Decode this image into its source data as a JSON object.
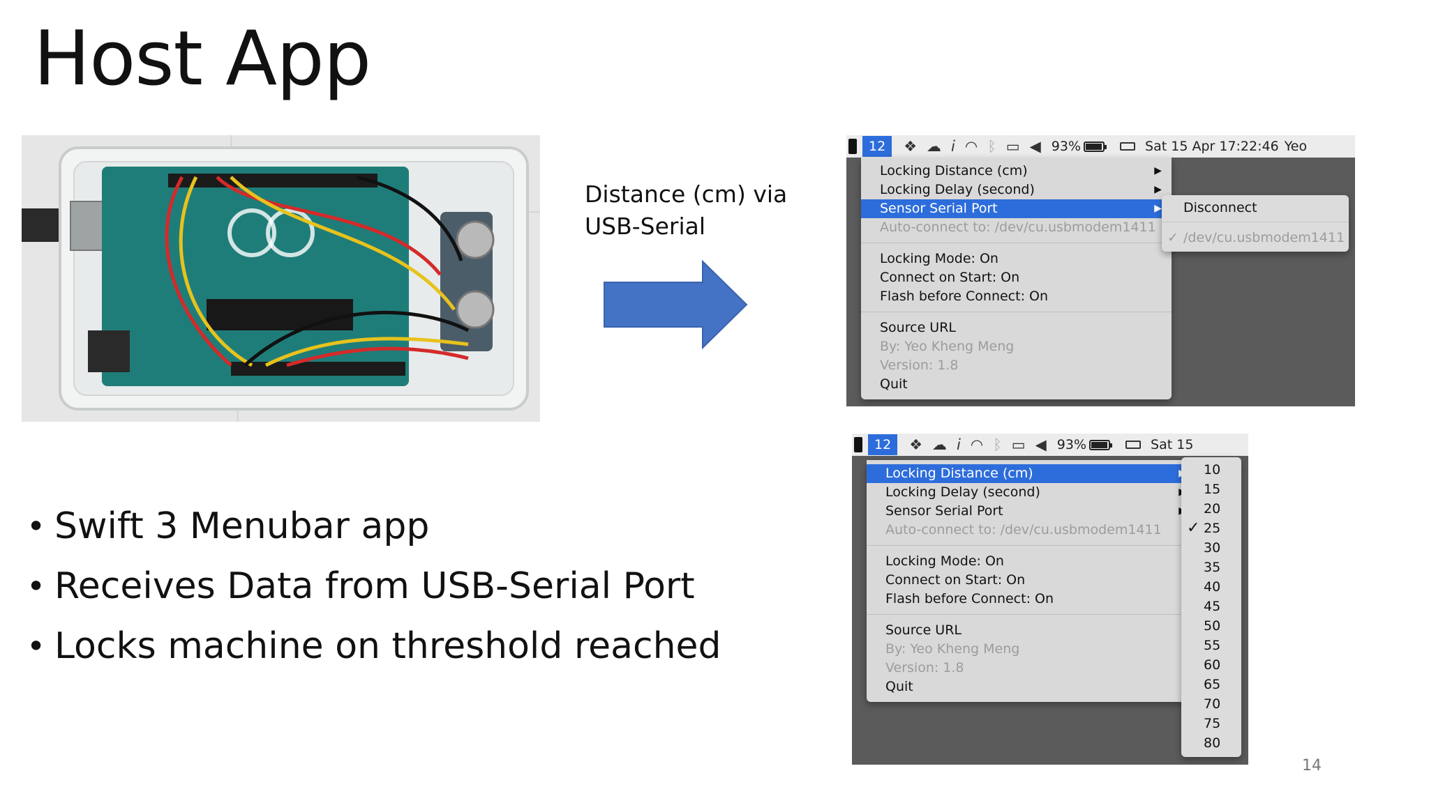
{
  "slide": {
    "title": "Host App",
    "caption_line1": "Distance (cm) via",
    "caption_line2": "USB-Serial",
    "bullets": [
      "Swift 3 Menubar app",
      "Receives Data from USB-Serial Port",
      "Locks machine on threshold reached"
    ],
    "page_number": "14"
  },
  "screenshot_top": {
    "menubar": {
      "app_number": "12",
      "battery": "93%",
      "datetime": "Sat 15 Apr  17:22:46",
      "user": "Yeo"
    },
    "menu": {
      "items": [
        {
          "label": "Locking Distance (cm)"
        },
        {
          "label": "Locking Delay (second)"
        },
        {
          "label": "Sensor Serial Port"
        },
        {
          "label": "Auto-connect to: /dev/cu.usbmodem1411"
        },
        {
          "label": "Locking Mode: On"
        },
        {
          "label": "Connect on Start: On"
        },
        {
          "label": "Flash before Connect: On"
        },
        {
          "label": "Source URL"
        },
        {
          "label": "By: Yeo Kheng Meng"
        },
        {
          "label": "Version: 1.8"
        },
        {
          "label": "Quit"
        }
      ]
    },
    "submenu": {
      "items": [
        {
          "label": "Disconnect"
        },
        {
          "label": "/dev/cu.usbmodem1411",
          "check": "✓"
        }
      ]
    }
  },
  "screenshot_bottom": {
    "menubar": {
      "app_number": "12",
      "battery": "93%",
      "datetime": "Sat 15"
    },
    "menu": {
      "items": [
        {
          "label": "Locking Distance (cm)"
        },
        {
          "label": "Locking Delay (second)"
        },
        {
          "label": "Sensor Serial Port"
        },
        {
          "label": "Auto-connect to: /dev/cu.usbmodem1411"
        },
        {
          "label": "Locking Mode: On"
        },
        {
          "label": "Connect on Start: On"
        },
        {
          "label": "Flash before Connect: On"
        },
        {
          "label": "Source URL"
        },
        {
          "label": "By: Yeo Kheng Meng"
        },
        {
          "label": "Version: 1.8"
        },
        {
          "label": "Quit"
        }
      ]
    },
    "submenu": {
      "selected_check": "✓",
      "values": [
        "10",
        "15",
        "20",
        "25",
        "30",
        "35",
        "40",
        "45",
        "50",
        "55",
        "60",
        "65",
        "70",
        "75",
        "80"
      ]
    }
  },
  "colors": {
    "accent": "#2d6ddb",
    "arrow": "#4472c4",
    "menu_bg": "#d9d9d9",
    "screen_bg": "#5b5b5b"
  }
}
